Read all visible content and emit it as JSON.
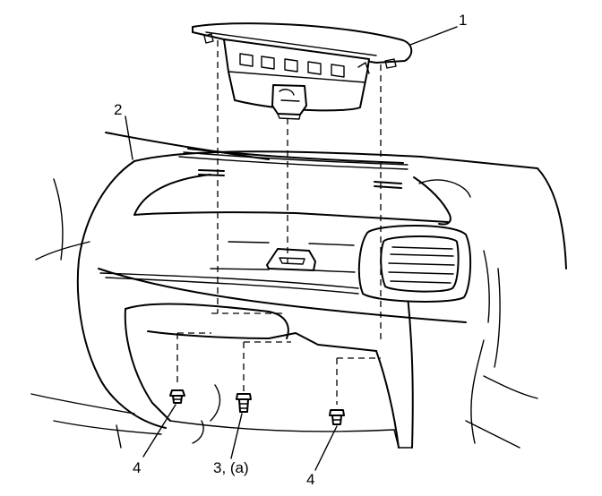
{
  "labels": {
    "part_1": "1",
    "part_2": "2",
    "part_3": "3, (a)",
    "part_4_left": "4",
    "part_4_right": "4"
  }
}
